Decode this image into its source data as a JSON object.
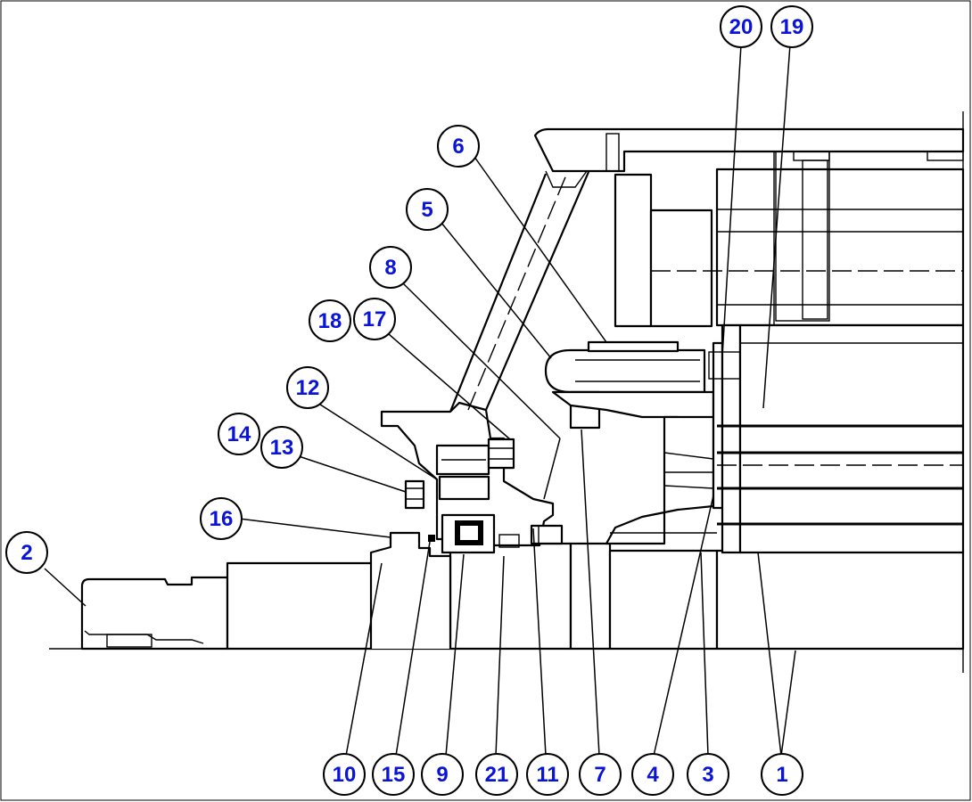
{
  "callouts": [
    {
      "label": "20"
    },
    {
      "label": "19"
    },
    {
      "label": "6"
    },
    {
      "label": "5"
    },
    {
      "label": "8"
    },
    {
      "label": "18"
    },
    {
      "label": "17"
    },
    {
      "label": "12"
    },
    {
      "label": "14"
    },
    {
      "label": "13"
    },
    {
      "label": "16"
    },
    {
      "label": "2"
    },
    {
      "label": "10"
    },
    {
      "label": "15"
    },
    {
      "label": "9"
    },
    {
      "label": "21"
    },
    {
      "label": "11"
    },
    {
      "label": "7"
    },
    {
      "label": "4"
    },
    {
      "label": "3"
    },
    {
      "label": "1"
    }
  ]
}
